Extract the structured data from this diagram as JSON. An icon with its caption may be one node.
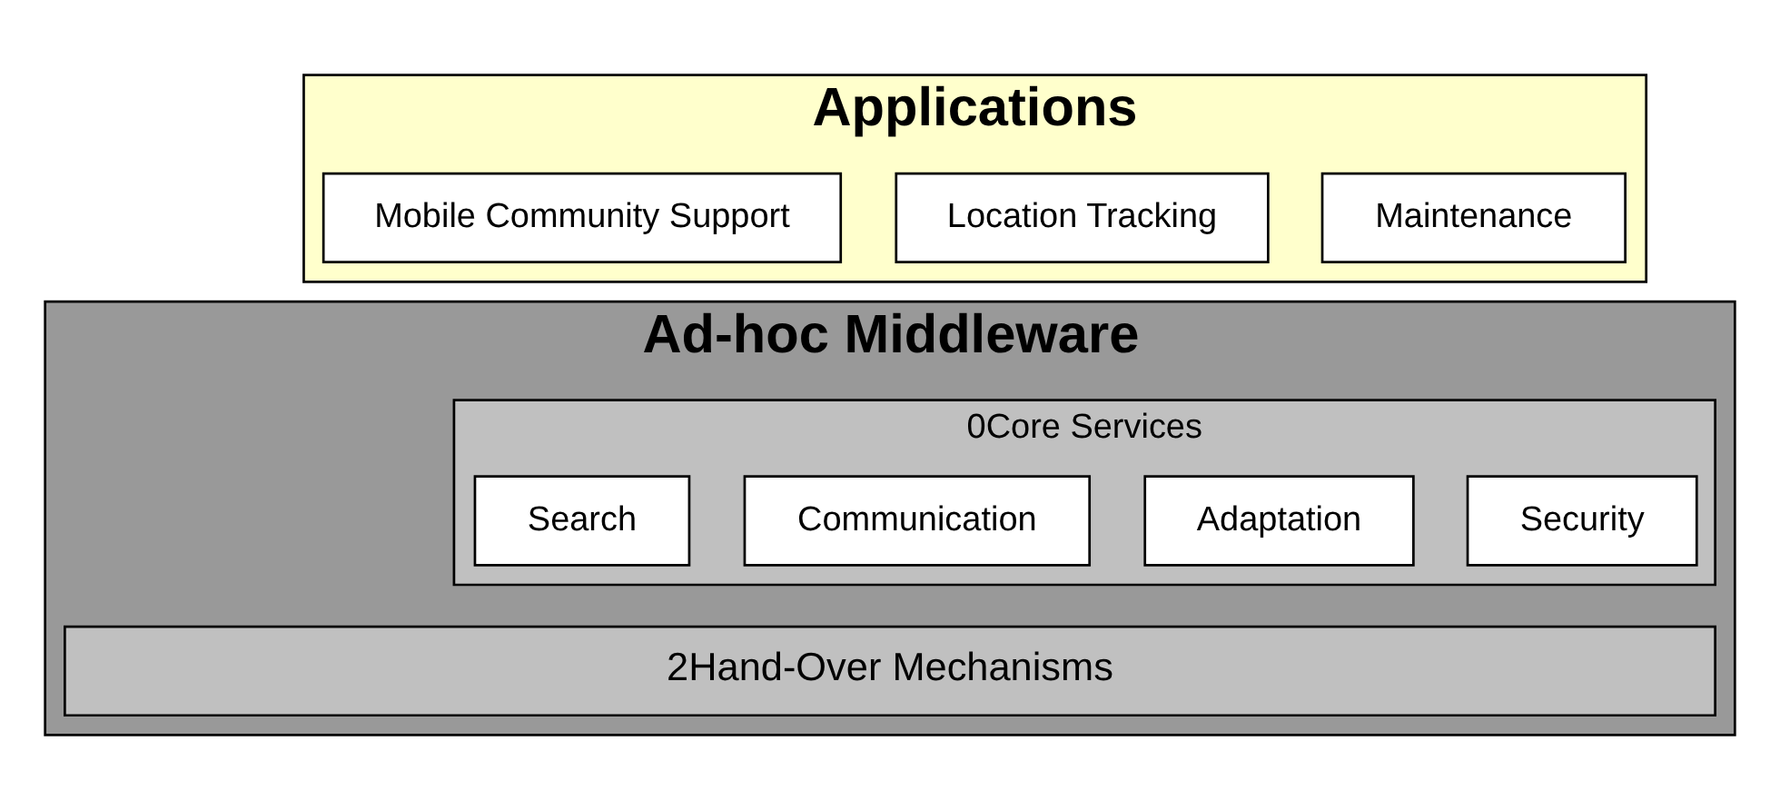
{
  "diagram": {
    "nodes": [
      {
        "text": [
          "Applications"
        ]
      },
      {
        "text": [
          "Mobile Community Support"
        ],
        "in": 0
      },
      {
        "text": [
          "Location Tracking"
        ],
        "in": 0
      },
      {
        "text": [
          "Maintenance"
        ],
        "in": 0
      },
      {
        "text": [
          "Ad-hoc Middleware"
        ]
      },
      {
        "text": [
          "0Core Services"
        ],
        "in": 4
      },
      {
        "text": [
          "Search"
        ],
        "in": 5
      },
      {
        "text": [
          "Communication"
        ],
        "in": 5
      },
      {
        "text": [
          "Adaptation"
        ],
        "in": 5
      },
      {
        "text": [
          "Security"
        ],
        "in": 5
      },
      {
        "text": [
          "2Hand-Over Mechanisms"
        ],
        "in": 4
      }
    ],
    "edges": []
  }
}
